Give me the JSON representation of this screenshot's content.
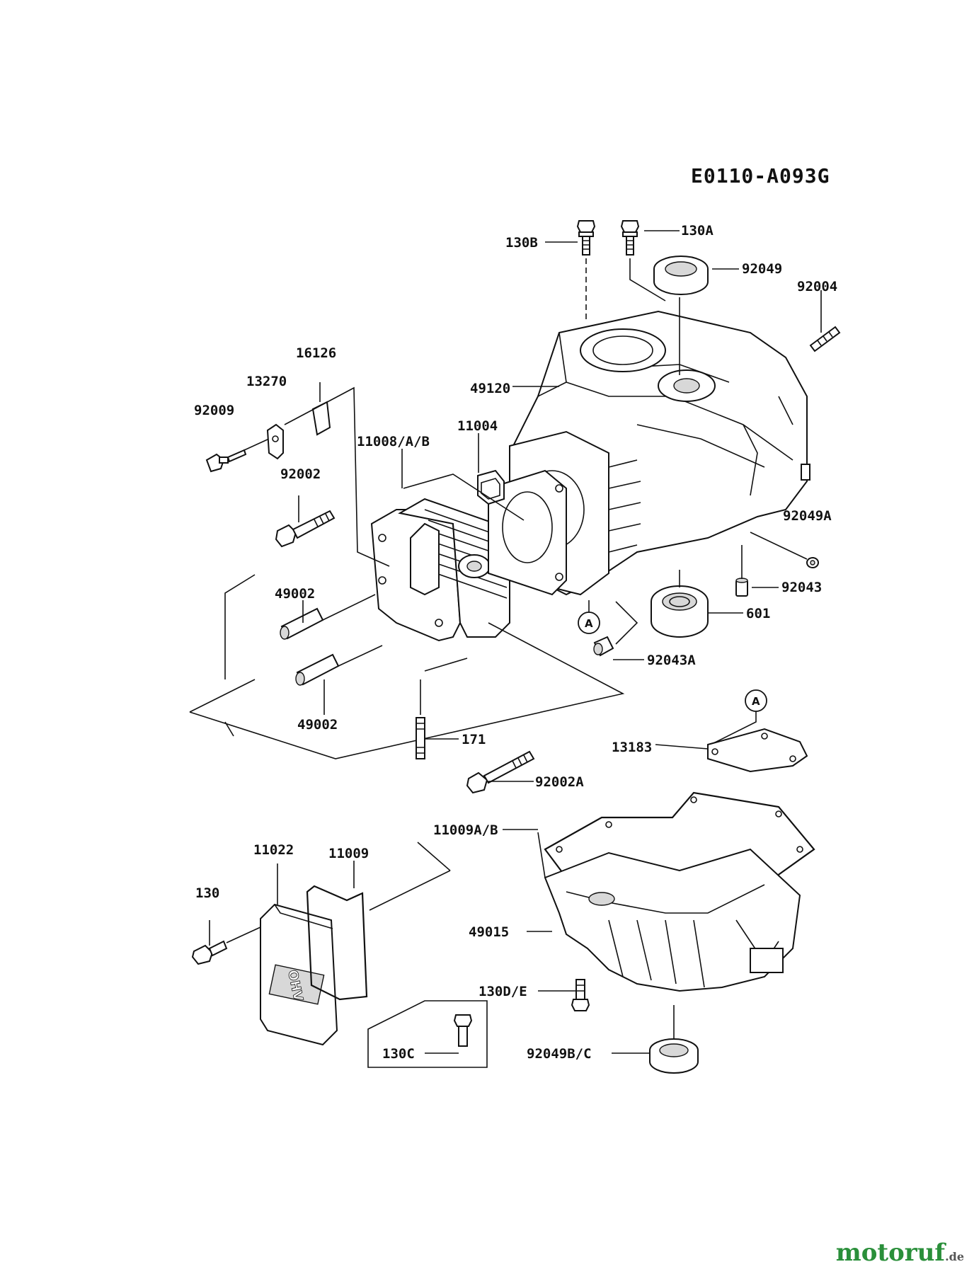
{
  "diagram_code": "E0110-A093G",
  "callout_letter": "A",
  "logo": {
    "text": "motoruf",
    "tld": ".de"
  },
  "labels": {
    "l130B": "130B",
    "l130A": "130A",
    "l92049": "92049",
    "l92004": "92004",
    "l16126": "16126",
    "l13270": "13270",
    "l92009": "92009",
    "l49120": "49120",
    "l11004": "11004",
    "l11008": "11008/A/B",
    "l92002": "92002",
    "l92049A": "92049A",
    "l92043": "92043",
    "l49002a": "49002",
    "l601": "601",
    "l92043A": "92043A",
    "l49002b": "49002",
    "l171": "171",
    "l13183": "13183",
    "l92002A": "92002A",
    "l11009AB": "11009A/B",
    "l11022": "11022",
    "l11009": "11009",
    "l130": "130",
    "l49015": "49015",
    "l130DE": "130D/E",
    "l130C": "130C",
    "l92049BC": "92049B/C"
  }
}
